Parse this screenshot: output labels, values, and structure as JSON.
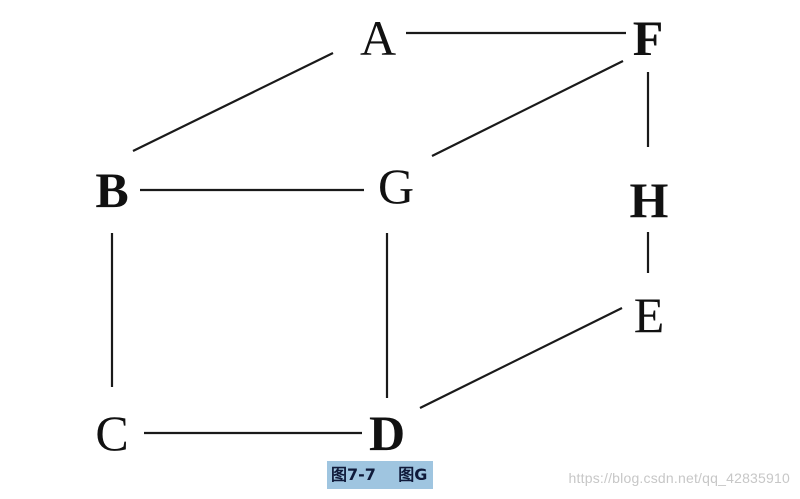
{
  "nodes": [
    {
      "id": "A",
      "label": "A"
    },
    {
      "id": "F",
      "label": "F"
    },
    {
      "id": "B",
      "label": "B"
    },
    {
      "id": "G",
      "label": "G"
    },
    {
      "id": "H",
      "label": "H"
    },
    {
      "id": "E",
      "label": "E"
    },
    {
      "id": "C",
      "label": "C"
    },
    {
      "id": "D",
      "label": "D"
    }
  ],
  "edges": [
    {
      "from": "A",
      "to": "F"
    },
    {
      "from": "A",
      "to": "B"
    },
    {
      "from": "F",
      "to": "G"
    },
    {
      "from": "F",
      "to": "H"
    },
    {
      "from": "B",
      "to": "G"
    },
    {
      "from": "B",
      "to": "C"
    },
    {
      "from": "G",
      "to": "D"
    },
    {
      "from": "H",
      "to": "E"
    },
    {
      "from": "E",
      "to": "D"
    },
    {
      "from": "C",
      "to": "D"
    }
  ],
  "caption": "图7-7    图G",
  "watermark": "https://blog.csdn.net/qq_42835910"
}
